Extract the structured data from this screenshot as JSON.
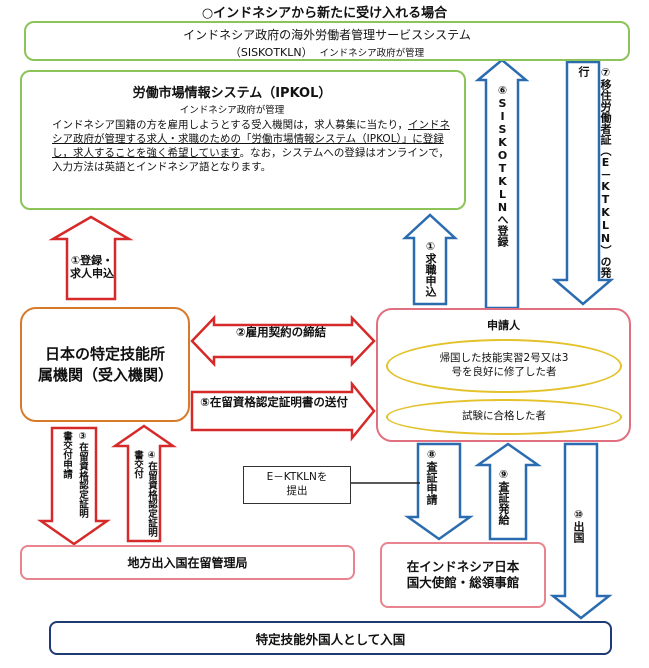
{
  "title": "○インドネシアから新たに受け入れる場合",
  "siskotkln": {
    "line1": "インドネシア政府の海外労働者管理サービスシステム",
    "line2_main": "（SISKOTKLN）",
    "line2_note": "インドネシア政府が管理"
  },
  "ipkol": {
    "title": "労働市場情報システム（IPKOL）",
    "subtitle": "インドネシア政府が管理",
    "body_part1": "インドネシア国籍の方を雇用しようとする受入機関は，求人募集に当たり，",
    "body_underline1": "インドネシア政府が管理する求人・求職のための「労働市場情報システム（IPKOL）」に登録し，求人することを強く希望しています",
    "body_part2": "。なお，システムへの登録はオンラインで，入力方法は英語とインドネシア語となります。"
  },
  "receiving_org": "日本の特定技能所属機関（受入機関）",
  "applicant": {
    "title": "申請人",
    "oval1": "帰国した技能実習2号又は3号を良好に修了した者",
    "oval2": "試験に合格した者"
  },
  "immigration_office": "地方出入国在留管理局",
  "embassy": "在インドネシア日本国大使館・総領事館",
  "final_entry": "特定技能外国人として入国",
  "ektkln_note": "E－KTKLNを提出",
  "steps": {
    "s1a": "①登録・求人申込",
    "s1b": "①求職申込",
    "s2": "②雇用契約の締結",
    "s3": "③在留資格認定証明書交付申請",
    "s4": "④在留資格認定証明書交付",
    "s5": "⑤在留資格認定証明書の送付",
    "s6": "⑥SISKOTKLNへ登録",
    "s7": "⑦移住労働者証（E－KTKLN）の発行",
    "s8": "⑧査証申請",
    "s9": "⑨査証発給",
    "s10": "⑩出国"
  },
  "colors": {
    "red_arrow": "#d62929",
    "blue_arrow": "#2b6cb0",
    "green_border": "#8cc45a",
    "orange_border": "#d77b2a",
    "navy_border": "#1f3b73",
    "oval_border": "#e3c22c"
  }
}
